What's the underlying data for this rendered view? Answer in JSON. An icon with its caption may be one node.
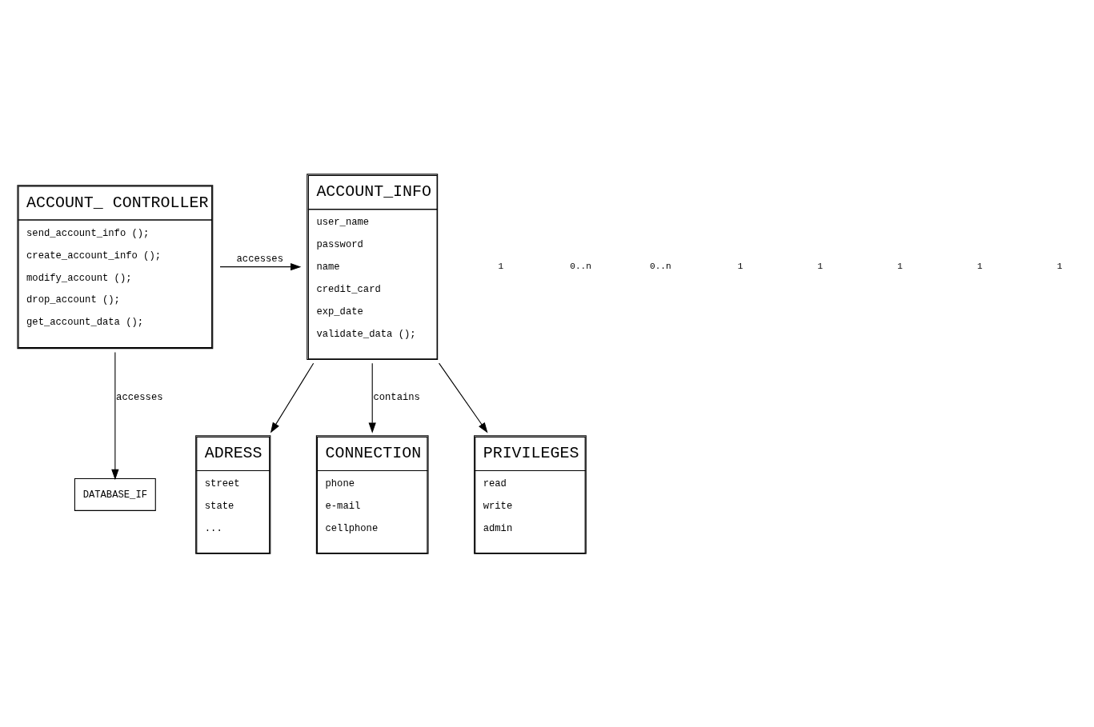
{
  "diagram": {
    "nodes": [
      {
        "text": [
          "ACCOUNT_ CONTROLLER",
          "send_account_info ();",
          "create_account_info ();",
          "modify_account ();",
          "drop_account ();",
          "get_account_data ();"
        ]
      },
      {
        "text": [
          "ACCOUNT_INFO",
          "user_name",
          "password",
          "name",
          "credit_card",
          "exp_date",
          "validate_data ();"
        ]
      },
      {
        "text": [
          "DATABASE_IF"
        ]
      },
      {
        "text": [
          "ADRESS",
          "street",
          "state",
          "..."
        ]
      },
      {
        "text": [
          "CONNECTION",
          "phone",
          "e-mail",
          "cellphone"
        ]
      },
      {
        "text": [
          "PRIVILEGES",
          "read",
          "write",
          "admin"
        ]
      }
    ],
    "edges": [
      {
        "from": 0,
        "to": 1,
        "arrow": "to",
        "label": "accesses"
      },
      {
        "from": 0,
        "to": 2,
        "arrow": "to",
        "label": "accesses"
      },
      {
        "from": 1,
        "to": 3,
        "arrow": "to"
      },
      {
        "from": 1,
        "to": 4,
        "arrow": "to",
        "label": "contains"
      },
      {
        "from": 1,
        "to": 5,
        "arrow": "to"
      }
    ],
    "labels": [
      "1",
      "0..n",
      "0..n",
      "1",
      "1",
      "1",
      "1",
      "1"
    ]
  }
}
